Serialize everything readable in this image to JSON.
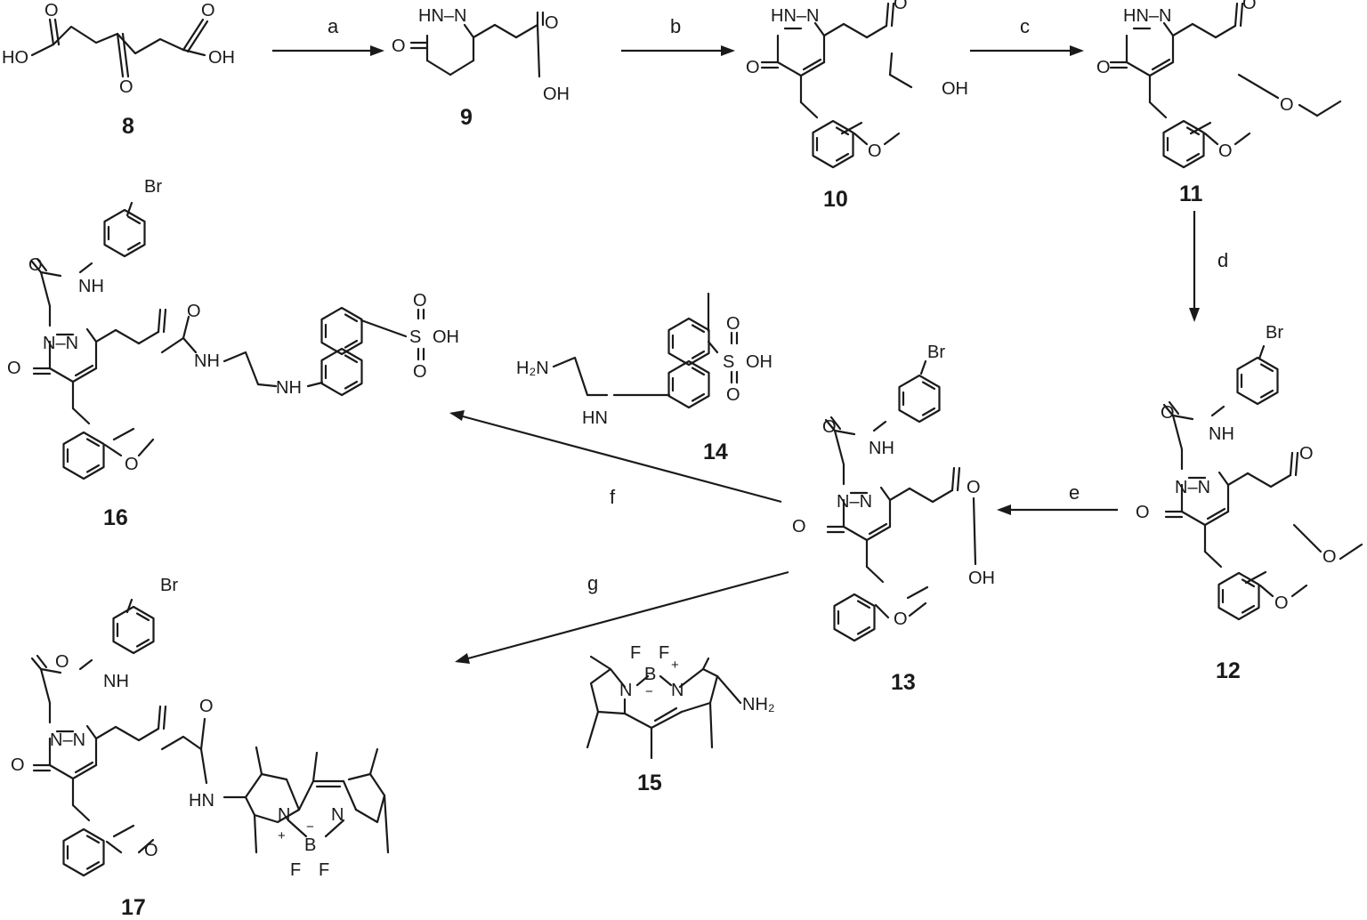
{
  "scheme": {
    "compounds": [
      "8",
      "9",
      "10",
      "11",
      "12",
      "13",
      "14",
      "15",
      "16",
      "17"
    ],
    "steps": [
      "a",
      "b",
      "c",
      "d",
      "e",
      "f",
      "g"
    ]
  },
  "atoms": {
    "HO": "HO",
    "OH": "OH",
    "O": "O",
    "N": "N",
    "HN_N": "HN–N",
    "NH": "NH",
    "HN": "HN",
    "N_N": "N–N",
    "Br": "Br",
    "S": "S",
    "B": "B",
    "F": "F",
    "H2N": "H₂N",
    "NH2": "NH₂",
    "plus": "+",
    "minus": "−"
  }
}
